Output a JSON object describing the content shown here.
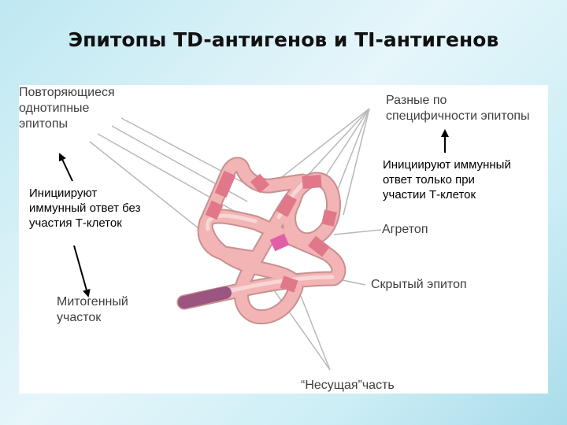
{
  "slide": {
    "title": "Эпитопы TD-антигенов и TI-антигенов"
  },
  "diagram": {
    "labels": {
      "repeating_epitopes": [
        "Повторяющиеся",
        "однотипные",
        "эпитопы"
      ],
      "different_epitopes": [
        "Разные по",
        "специфичности эпитопы"
      ],
      "agretope": "Агретоп",
      "hidden_epitope": "Скрытый эпитоп",
      "mitogenic_site": [
        "Митогенный",
        "участок"
      ],
      "carrier_part": "“Несущая”часть"
    },
    "notes": {
      "ti_note": [
        "Инициируют",
        "иммунный ответ без",
        "участия Т-клеток"
      ],
      "td_note": [
        "Инициируют иммунный",
        "ответ только при",
        "участии Т-клеток"
      ]
    },
    "colors": {
      "chain_fill": "#f2b4b4",
      "chain_light": "#f8d6d6",
      "chain_outline": "#c89090",
      "epitope_band": "#e0788a",
      "agretope_band": "#e060a8",
      "mitogenic": "#9a5580",
      "pointer_line": "#b8b8b8",
      "arrow": "#000000"
    }
  }
}
